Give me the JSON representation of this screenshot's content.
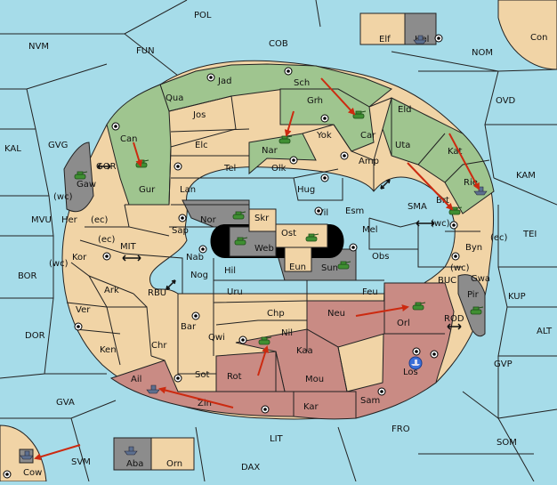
{
  "colors": {
    "sea": "#a6dce9",
    "neutral": "#f1d4a6",
    "green": "#9fc58f",
    "red": "#c98b84",
    "gray": "#8c8c8c",
    "black": "#000000",
    "arrow": "#cc2a10"
  },
  "sea_labels": [
    "POL",
    "FUN",
    "COB",
    "NVM",
    "NOM",
    "OVD",
    "KAL",
    "GVG",
    "GOR",
    "KAM",
    "SMA",
    "TEI",
    "MVU",
    "MIT",
    "BOR",
    "RBU",
    "BUC",
    "KUP",
    "DOR",
    "ROD",
    "ALT",
    "GVP",
    "GVA",
    "FRO",
    "SOM",
    "SVM",
    "LIT",
    "DAX"
  ],
  "province_labels": [
    "Jad",
    "Sch",
    "Qua",
    "Jos",
    "Grh",
    "Eld",
    "Can",
    "Car",
    "Nar",
    "Yok",
    "Elc",
    "Tel",
    "Olk",
    "Uta",
    "Kat",
    "Amp",
    "Gur",
    "Lan",
    "Hug",
    "Gaw",
    "Rie",
    "Brt",
    "Vil",
    "Esm",
    "Nor",
    "Skr",
    "Ost",
    "Mel",
    "Sap",
    "Web",
    "Her",
    "Kor",
    "Nab",
    "Eun",
    "Sun",
    "Obs",
    "Byn",
    "Hil",
    "Nog",
    "Uru",
    "Feu",
    "Gwa",
    "Ark",
    "Pir",
    "Ver",
    "Chp",
    "Neu",
    "Orl",
    "Bar",
    "Qwi",
    "Nil",
    "Ken",
    "Chr",
    "Kaa",
    "Los",
    "Ail",
    "Rot",
    "Sot",
    "Mou",
    "Zin",
    "Kar",
    "Sam",
    "Elf",
    "Hel",
    "Con",
    "Cow",
    "Aba",
    "Orn"
  ],
  "coast_labels": [
    "(wc)",
    "(ec)",
    "(ec)",
    "(wc)",
    "(wc)",
    "(ec)",
    "(wc)"
  ]
}
